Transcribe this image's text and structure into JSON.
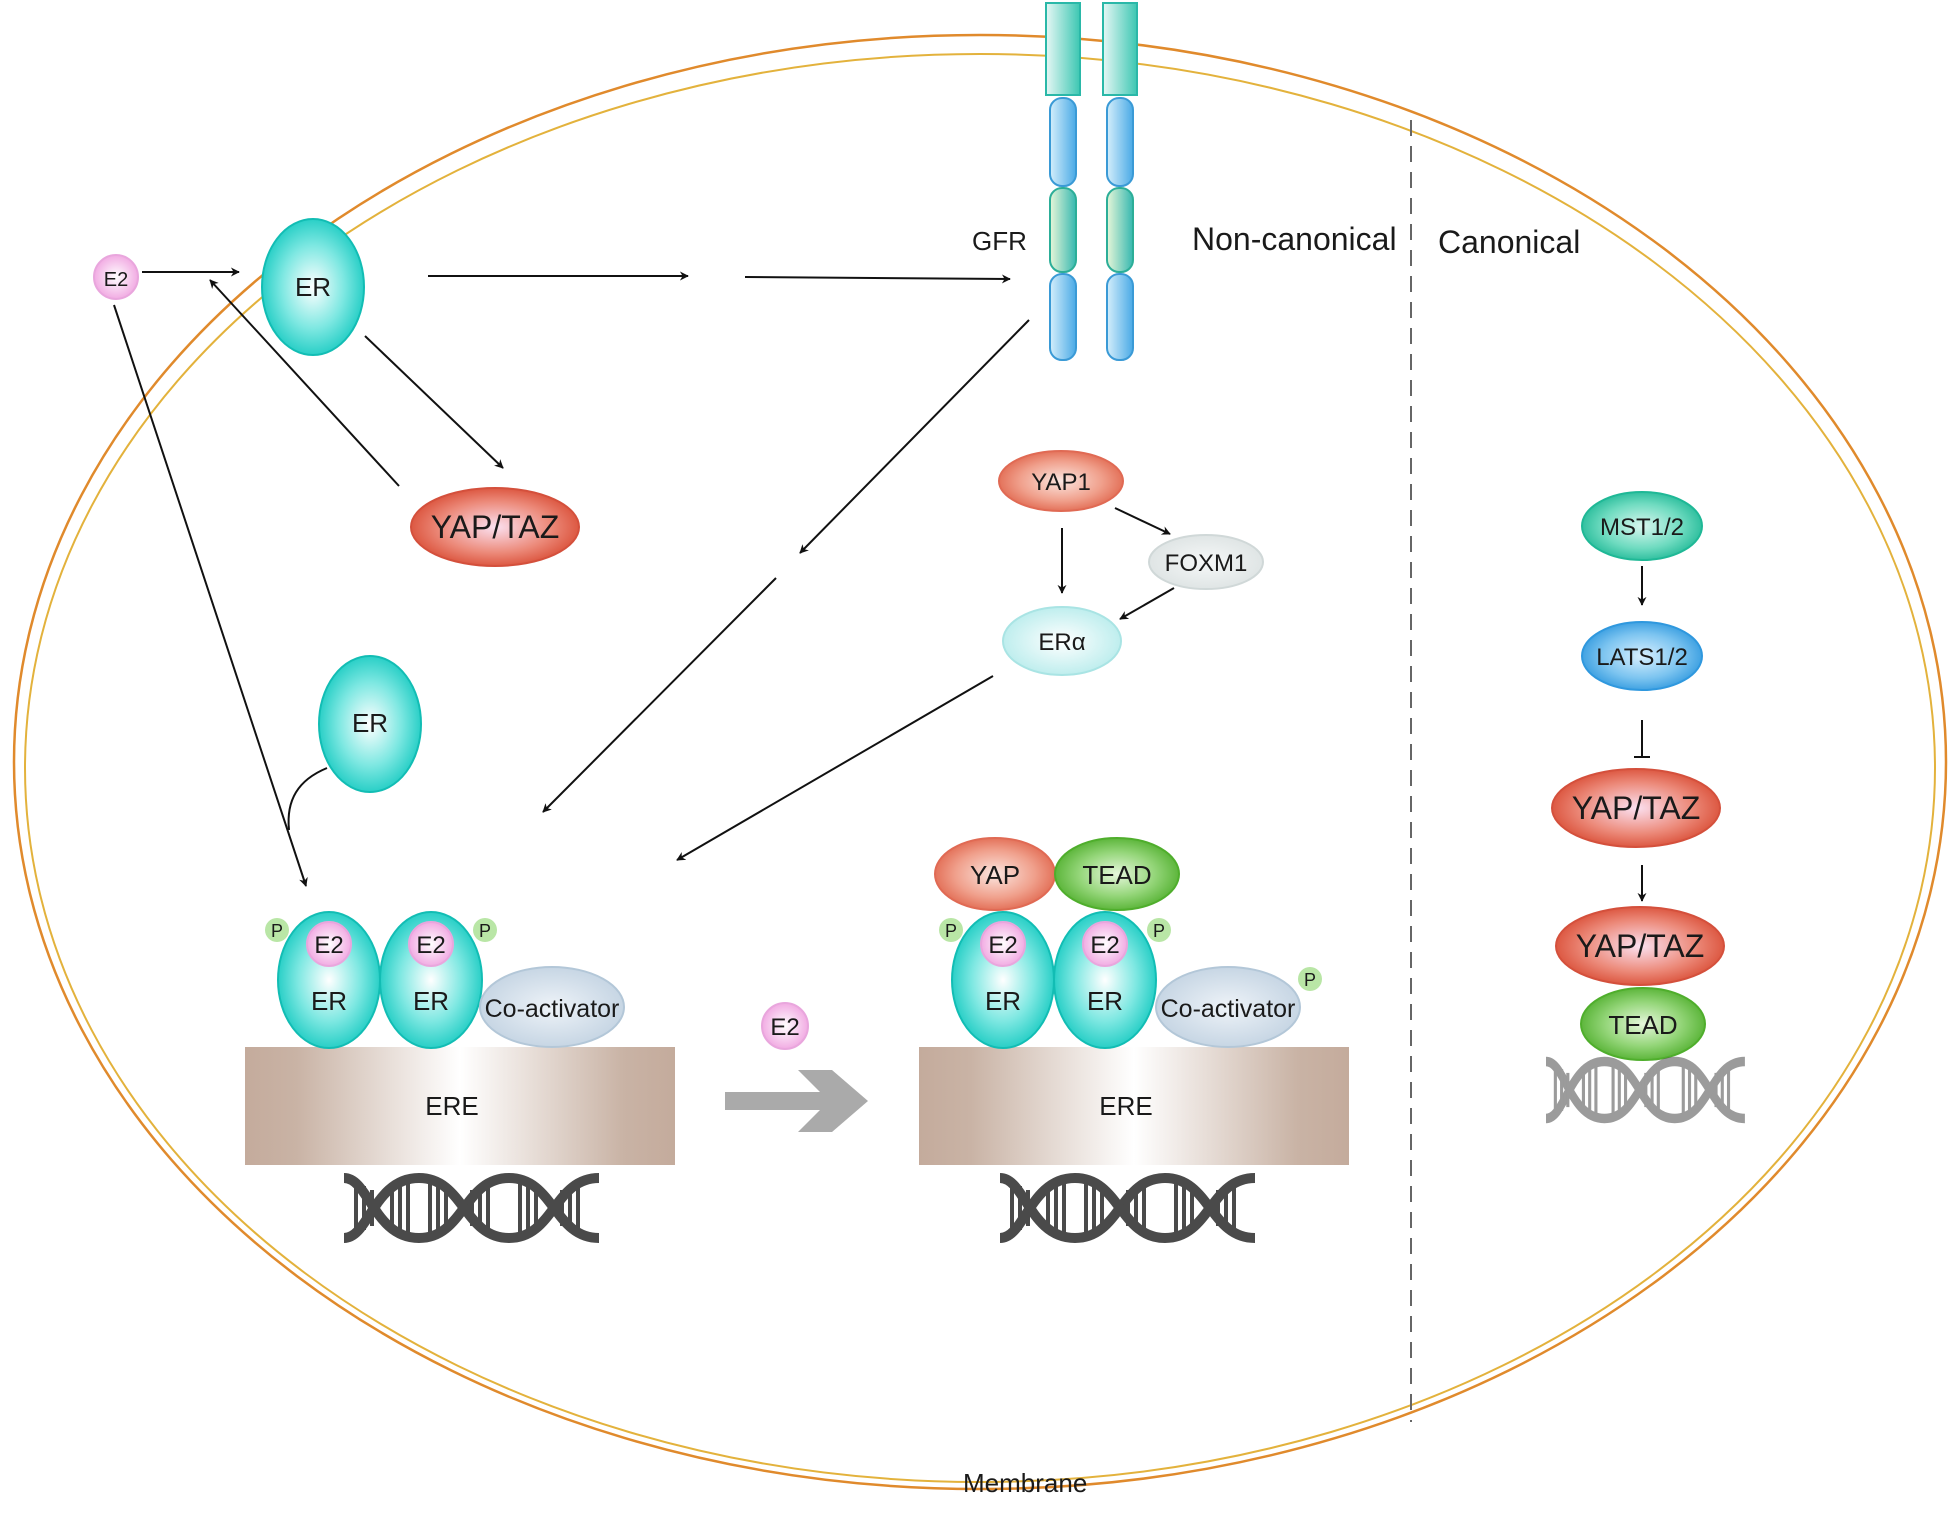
{
  "colors": {
    "membrane": "#e08a2c",
    "er_teal": "#18d0c8",
    "yap_red": "#e06a54",
    "tead_green": "#62bd3e",
    "lats_blue": "#3fa8e6",
    "mst_teal": "#2cc7a7",
    "e2_pink": "#e060c8",
    "p_green": "#9ed98a",
    "ere_brown": "#c4ab9c",
    "dna_gray": "#444444",
    "arrow_gray": "#aaaaaa"
  },
  "labels": {
    "e2": "E2",
    "er": "ER",
    "gfr": "GFR",
    "non_canonical": "Non-canonical",
    "canonical": "Canonical",
    "yap_taz": "YAP/TAZ",
    "yap1": "YAP1",
    "foxm1": "FOXM1",
    "er_alpha": "ERα",
    "p": "P",
    "co_activator": "Co-activator",
    "ere": "ERE",
    "yap": "YAP",
    "tead": "TEAD",
    "mst": "MST1/2",
    "lats": "LATS1/2",
    "membrane": "Membrane"
  },
  "icons": {
    "dna": "dna-helix-icon",
    "transition_arrow": "right-arrow-icon"
  }
}
